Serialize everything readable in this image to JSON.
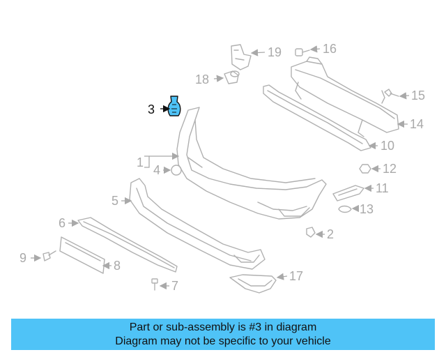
{
  "callouts": {
    "c1": "1",
    "c2": "2",
    "c3": "3",
    "c4": "4",
    "c5": "5",
    "c6": "6",
    "c7": "7",
    "c8": "8",
    "c9": "9",
    "c10": "10",
    "c11": "11",
    "c12": "12",
    "c13": "13",
    "c14": "14",
    "c15": "15",
    "c16": "16",
    "c17": "17",
    "c18": "18",
    "c19": "19"
  },
  "highlight": {
    "part_number": "3",
    "color": "#4fc3f7"
  },
  "banner": {
    "line1": "Part or sub-assembly is #3 in diagram",
    "line2": "Diagram may not be specific to your vehicle",
    "background": "#4fc3f7"
  }
}
